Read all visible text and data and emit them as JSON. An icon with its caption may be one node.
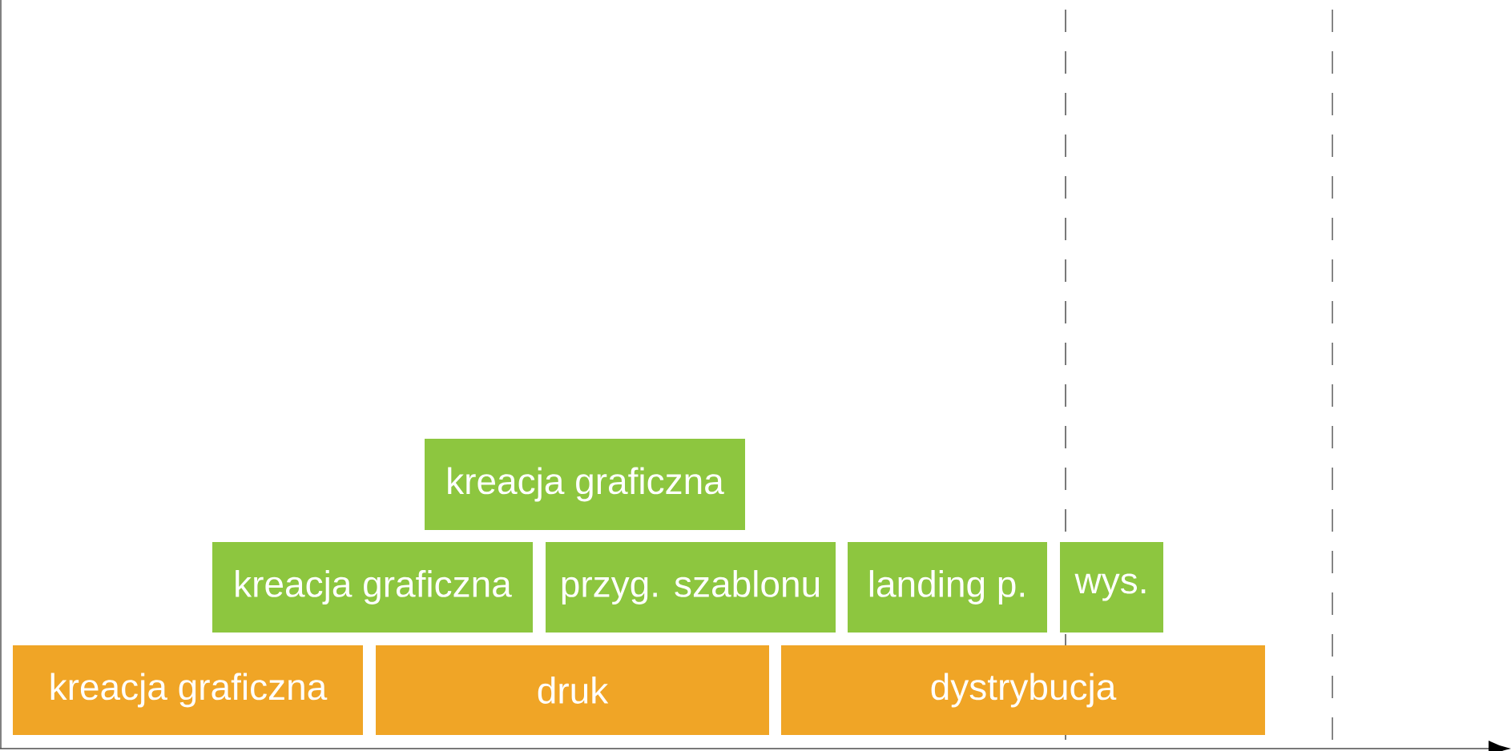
{
  "diagram": {
    "nodes": [
      {
        "text": [
          "kreacja graficzna"
        ]
      },
      {
        "text": [
          "kreacja graficzna"
        ]
      },
      {
        "text": [
          "przyg. szablonu"
        ]
      },
      {
        "text": [
          "landing p."
        ]
      },
      {
        "text": [
          "wys."
        ]
      },
      {
        "text": [
          "kreacja graficzna"
        ]
      },
      {
        "text": [
          "druk"
        ]
      },
      {
        "text": [
          "dystrybucja"
        ]
      }
    ]
  }
}
